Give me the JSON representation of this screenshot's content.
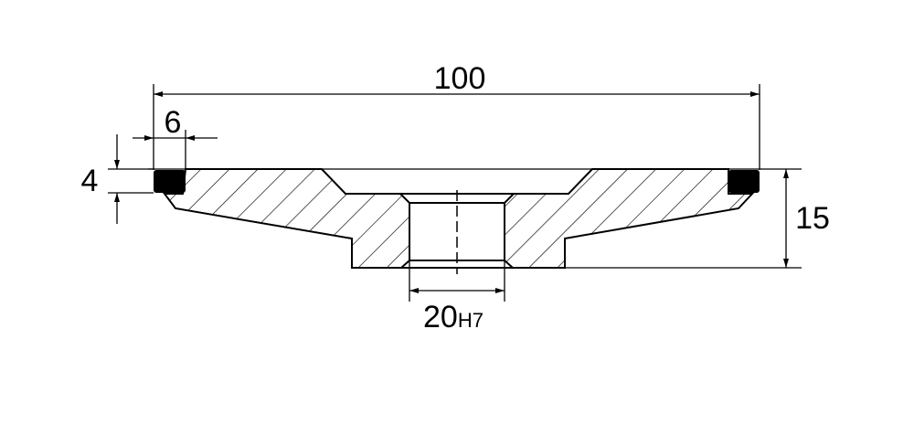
{
  "dimensions": {
    "outer_diameter": "100",
    "rim_width": "6",
    "rim_height": "4",
    "total_height": "15",
    "bore_value": "20",
    "bore_tolerance": "H7"
  },
  "colors": {
    "line": "#000000",
    "background": "#ffffff"
  }
}
